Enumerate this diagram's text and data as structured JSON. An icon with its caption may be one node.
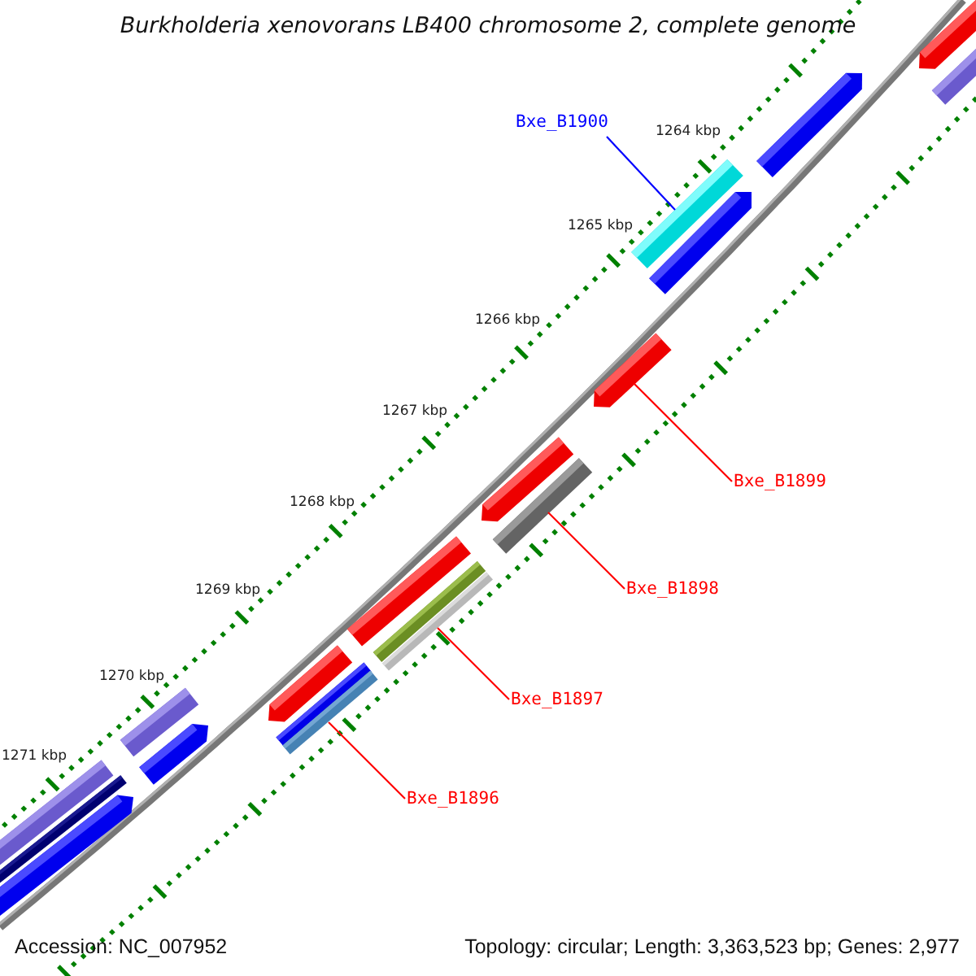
{
  "diagram": {
    "title": "Burkholderia xenovorans LB400 chromosome 2, complete genome",
    "nodes": [
      {
        "text": [
          "Bxe_B1900"
        ]
      },
      {
        "text": [
          "Bxe_B1899"
        ]
      },
      {
        "text": [
          "Bxe_B1898"
        ]
      },
      {
        "text": [
          "Bxe_B1897"
        ]
      },
      {
        "text": [
          "Bxe_B1896"
        ]
      },
      {
        "text": [],
        "shape": "bar"
      },
      {
        "text": [],
        "shape": "bar"
      },
      {
        "text": [],
        "shape": "bar"
      },
      {
        "text": [],
        "shape": "bar"
      },
      {
        "text": [],
        "shape": "bar"
      },
      {
        "text": [],
        "shape": "bar"
      },
      {
        "text": [],
        "shape": "bar"
      },
      {
        "text": [],
        "shape": "bar"
      },
      {
        "text": [],
        "shape": "bar"
      },
      {
        "text": [],
        "shape": "bar"
      },
      {
        "text": [],
        "shape": "bar"
      },
      {
        "text": [],
        "shape": "bar"
      },
      {
        "text": [],
        "shape": "bar"
      },
      {
        "text": [],
        "shape": "bar"
      },
      {
        "text": [],
        "shape": "bar"
      },
      {
        "text": [],
        "shape": "bar"
      }
    ],
    "edges": [
      {
        "from": 0,
        "to": 5,
        "arrow": "none",
        "color": "#0000ff"
      },
      {
        "from": 1,
        "to": 6,
        "arrow": "none"
      },
      {
        "from": 2,
        "to": 7,
        "arrow": "none"
      },
      {
        "from": 3,
        "to": 8,
        "arrow": "none"
      },
      {
        "from": 4,
        "to": 9,
        "arrow": "none"
      }
    ],
    "labels": [
      "1264 kbp",
      "1265 kbp",
      "1266 kbp",
      "1267 kbp",
      "1268 kbp",
      "1269 kbp",
      "1270 kbp",
      "1271 kbp",
      "Accession: NC_007952",
      "Topology: circular; Length: 3,363,523 bp; Genes: 2,977"
    ]
  }
}
